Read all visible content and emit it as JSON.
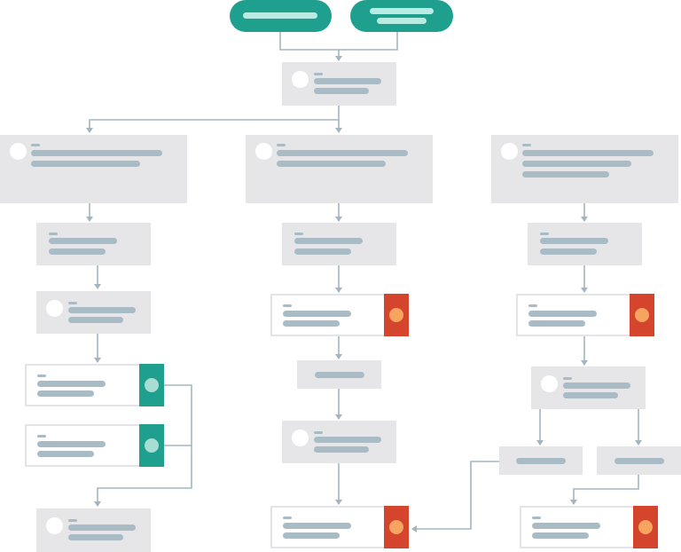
{
  "colors": {
    "teal": "#1fa08f",
    "teal_light": "#b9ebe2",
    "node_fill": "#e6e6e9",
    "node_border": "#e4e4e8",
    "text_placeholder": "#a9bcc6",
    "connector": "#a3b6bf",
    "status_green": "#1fa08f",
    "status_green_dot": "#a7ddd3",
    "status_red": "#d5442c",
    "status_red_dot": "#f6a460"
  },
  "icons": {
    "avatar": "user-avatar-icon",
    "status": "status-dot-icon",
    "arrow": "arrow-head-icon"
  },
  "nodes": [
    {
      "id": "start-left",
      "shape": "pill"
    },
    {
      "id": "start-right",
      "shape": "pill"
    },
    {
      "id": "merge",
      "shape": "box",
      "avatar": true
    },
    {
      "id": "branch-left",
      "shape": "box",
      "avatar": true
    },
    {
      "id": "branch-middle",
      "shape": "box",
      "avatar": true
    },
    {
      "id": "branch-right",
      "shape": "box",
      "avatar": true
    },
    {
      "id": "left-step-1",
      "shape": "box"
    },
    {
      "id": "left-step-2",
      "shape": "box",
      "avatar": true
    },
    {
      "id": "left-status-1",
      "shape": "outline",
      "status": "green"
    },
    {
      "id": "left-status-2",
      "shape": "outline",
      "status": "green"
    },
    {
      "id": "left-end",
      "shape": "box",
      "avatar": true
    },
    {
      "id": "mid-step-1",
      "shape": "box"
    },
    {
      "id": "mid-status-1",
      "shape": "outline",
      "status": "red"
    },
    {
      "id": "mid-label",
      "shape": "box"
    },
    {
      "id": "mid-step-2",
      "shape": "box",
      "avatar": true
    },
    {
      "id": "mid-status-2",
      "shape": "outline",
      "status": "red"
    },
    {
      "id": "right-step-1",
      "shape": "box"
    },
    {
      "id": "right-status-1",
      "shape": "outline",
      "status": "red"
    },
    {
      "id": "right-step-2",
      "shape": "box",
      "avatar": true
    },
    {
      "id": "right-option-a",
      "shape": "box"
    },
    {
      "id": "right-option-b",
      "shape": "box"
    },
    {
      "id": "right-status-2",
      "shape": "outline",
      "status": "red"
    }
  ],
  "edges": [
    {
      "from": "start-left",
      "to": "merge"
    },
    {
      "from": "start-right",
      "to": "merge"
    },
    {
      "from": "merge",
      "to": "branch-left"
    },
    {
      "from": "merge",
      "to": "branch-middle"
    },
    {
      "from": "branch-left",
      "to": "left-step-1"
    },
    {
      "from": "left-step-1",
      "to": "left-step-2"
    },
    {
      "from": "left-step-2",
      "to": "left-status-1"
    },
    {
      "from": "left-status-1",
      "to": "left-end"
    },
    {
      "from": "left-status-2",
      "to": "left-end"
    },
    {
      "from": "branch-middle",
      "to": "mid-step-1"
    },
    {
      "from": "mid-step-1",
      "to": "mid-status-1"
    },
    {
      "from": "mid-status-1",
      "to": "mid-label"
    },
    {
      "from": "mid-label",
      "to": "mid-step-2"
    },
    {
      "from": "mid-step-2",
      "to": "mid-status-2"
    },
    {
      "from": "branch-right",
      "to": "right-step-1"
    },
    {
      "from": "right-step-1",
      "to": "right-status-1"
    },
    {
      "from": "right-status-1",
      "to": "right-step-2"
    },
    {
      "from": "right-step-2",
      "to": "right-option-a"
    },
    {
      "from": "right-step-2",
      "to": "right-option-b"
    },
    {
      "from": "right-option-a",
      "to": "mid-status-2"
    },
    {
      "from": "right-option-b",
      "to": "right-status-2"
    }
  ]
}
